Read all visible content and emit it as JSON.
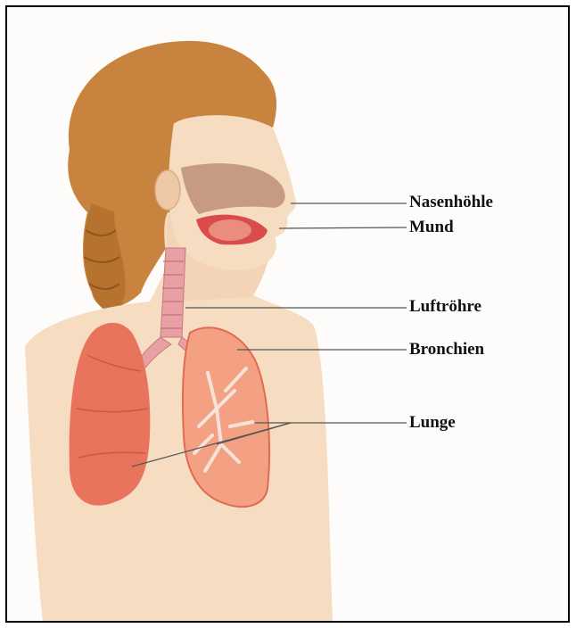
{
  "diagram": {
    "labels": {
      "nasenhoehle": "Nasenhöhle",
      "mund": "Mund",
      "luftroehre": "Luftröhre",
      "bronchien": "Bronchien",
      "lunge": "Lunge"
    },
    "colors": {
      "skin": "#f6dcc1",
      "hair": "#c8843e",
      "lung": "#e8745d",
      "lung_light": "#f3a083",
      "trachea": "#e9a0a4",
      "mouth": "#d94c4a",
      "nasal_cavity": "#c79a82",
      "leader_line": "#555555"
    }
  }
}
